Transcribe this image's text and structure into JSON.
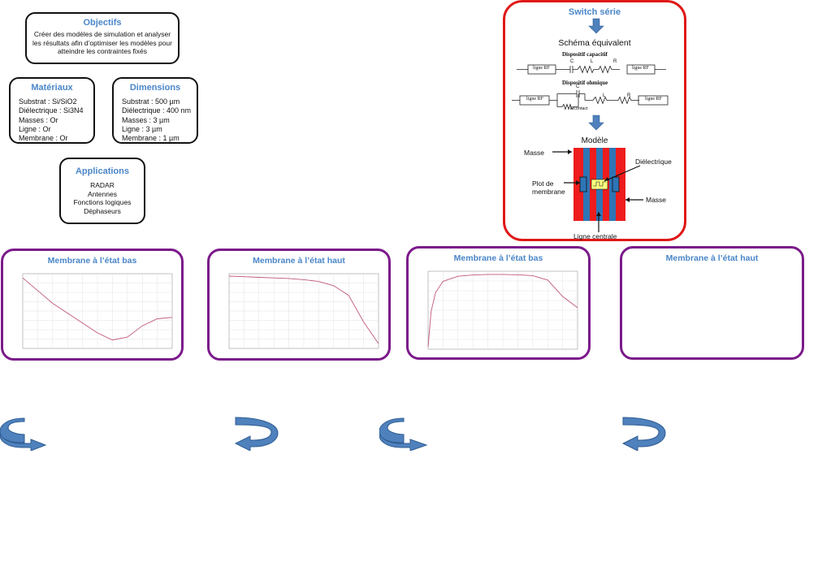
{
  "objectifs": {
    "title": "Objectifs",
    "lines": [
      "Créer des modèles de simulation et analyser",
      "les résultats afin d’optimiser les modèles pour",
      "atteindre les contraintes fixés"
    ]
  },
  "materiaux": {
    "title": "Matériaux",
    "lines": [
      "Substrat : Si/SiO2",
      "Diélectrique : Si3N4",
      "Masses : Or",
      "Ligne : Or",
      "Membrane : Or"
    ]
  },
  "dimensions": {
    "title": "Dimensions",
    "lines": [
      "Substrat : 500 µm",
      "Diélectrique : 400 nm",
      "Masses : 3 µm",
      "Ligne : 3 µm",
      "Membrane : 1 µm"
    ]
  },
  "applications": {
    "title": "Applications",
    "lines": [
      "RADAR",
      "Antennes",
      "Fonctions logiques",
      "Déphaseurs"
    ]
  },
  "switch": {
    "title": "Switch série",
    "schema_label": "Schéma équivalent",
    "capacitif_label": "Dispositif capacitif",
    "ohmique_label": "Dispositif ohmique",
    "ligne_rf": "ligne RF",
    "comp_c": "C",
    "comp_l": "L",
    "comp_r": "R",
    "comp_rcontact": "Rcontact",
    "modele_label": "Modèle",
    "masse_left": "Masse",
    "dielectrique": "Diélectrique",
    "plot_membrane_1": "Plot de",
    "plot_membrane_2": "membrane",
    "masse_right": "Masse",
    "ligne_centrale": "Ligne centrale"
  },
  "panels": [
    {
      "title": "Membrane à l’état bas"
    },
    {
      "title": "Membrane à l’état haut"
    },
    {
      "title": "Membrane à l’état bas"
    },
    {
      "title": "Membrane à l’état haut"
    }
  ],
  "chart_data": [
    {
      "type": "line",
      "x": [
        0,
        1,
        2,
        3,
        4,
        5,
        6,
        7,
        8,
        9,
        10
      ],
      "values": [
        0,
        -0.9,
        -1.8,
        -2.5,
        -3.2,
        -3.9,
        -4.4,
        -4.2,
        -3.4,
        -2.9,
        -2.8
      ],
      "ylim": [
        -5,
        0.3
      ]
    },
    {
      "type": "line",
      "x": [
        0,
        1,
        2,
        3,
        4,
        5,
        6,
        7,
        8,
        9,
        10
      ],
      "values": [
        0,
        -0.05,
        -0.1,
        -0.15,
        -0.2,
        -0.3,
        -0.45,
        -0.8,
        -1.6,
        -3.8,
        -5.6
      ],
      "ylim": [
        -6,
        0.2
      ]
    },
    {
      "type": "line",
      "x": [
        0,
        0.2,
        0.5,
        1,
        2,
        3,
        4,
        5,
        6,
        7,
        8,
        9,
        10
      ],
      "values": [
        -5.8,
        -3.0,
        -1.5,
        -0.6,
        -0.2,
        -0.1,
        -0.05,
        -0.05,
        -0.08,
        -0.15,
        -0.5,
        -1.8,
        -2.7
      ],
      "ylim": [
        -6,
        0.2
      ]
    }
  ],
  "colors": {
    "purple": "#7b1a8a",
    "red": "#e01818",
    "blue": "#4a86c8",
    "curve": "#c0587a"
  }
}
